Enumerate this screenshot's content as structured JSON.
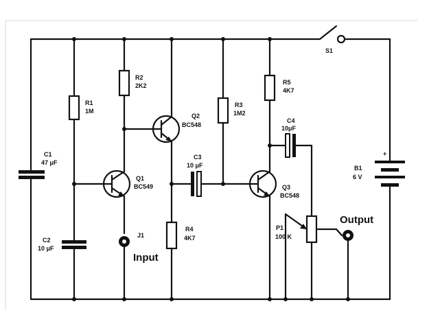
{
  "components": {
    "s1": "S1",
    "r1": {
      "ref": "R1",
      "value": "1M"
    },
    "r2": {
      "ref": "R2",
      "value": "2K2"
    },
    "r3": {
      "ref": "R3",
      "value": "1M2"
    },
    "r4": {
      "ref": "R4",
      "value": "4K7"
    },
    "r5": {
      "ref": "R5",
      "value": "4K7"
    },
    "c1": {
      "ref": "C1",
      "value": "47 μF"
    },
    "c2": {
      "ref": "C2",
      "value": "10 μF"
    },
    "c3": {
      "ref": "C3",
      "value": "10 μF"
    },
    "c4": {
      "ref": "C4",
      "value": "10μF"
    },
    "q1": {
      "ref": "Q1",
      "value": "BC549"
    },
    "q2": {
      "ref": "Q2",
      "value": "BC548"
    },
    "q3": {
      "ref": "Q3",
      "value": "BC548"
    },
    "j1": "J1",
    "p1": {
      "ref": "P1",
      "value": "100 K"
    },
    "b1": {
      "ref": "B1",
      "value": "6 V",
      "polarity": "+"
    }
  },
  "labels": {
    "input": "Input",
    "output": "Output"
  }
}
